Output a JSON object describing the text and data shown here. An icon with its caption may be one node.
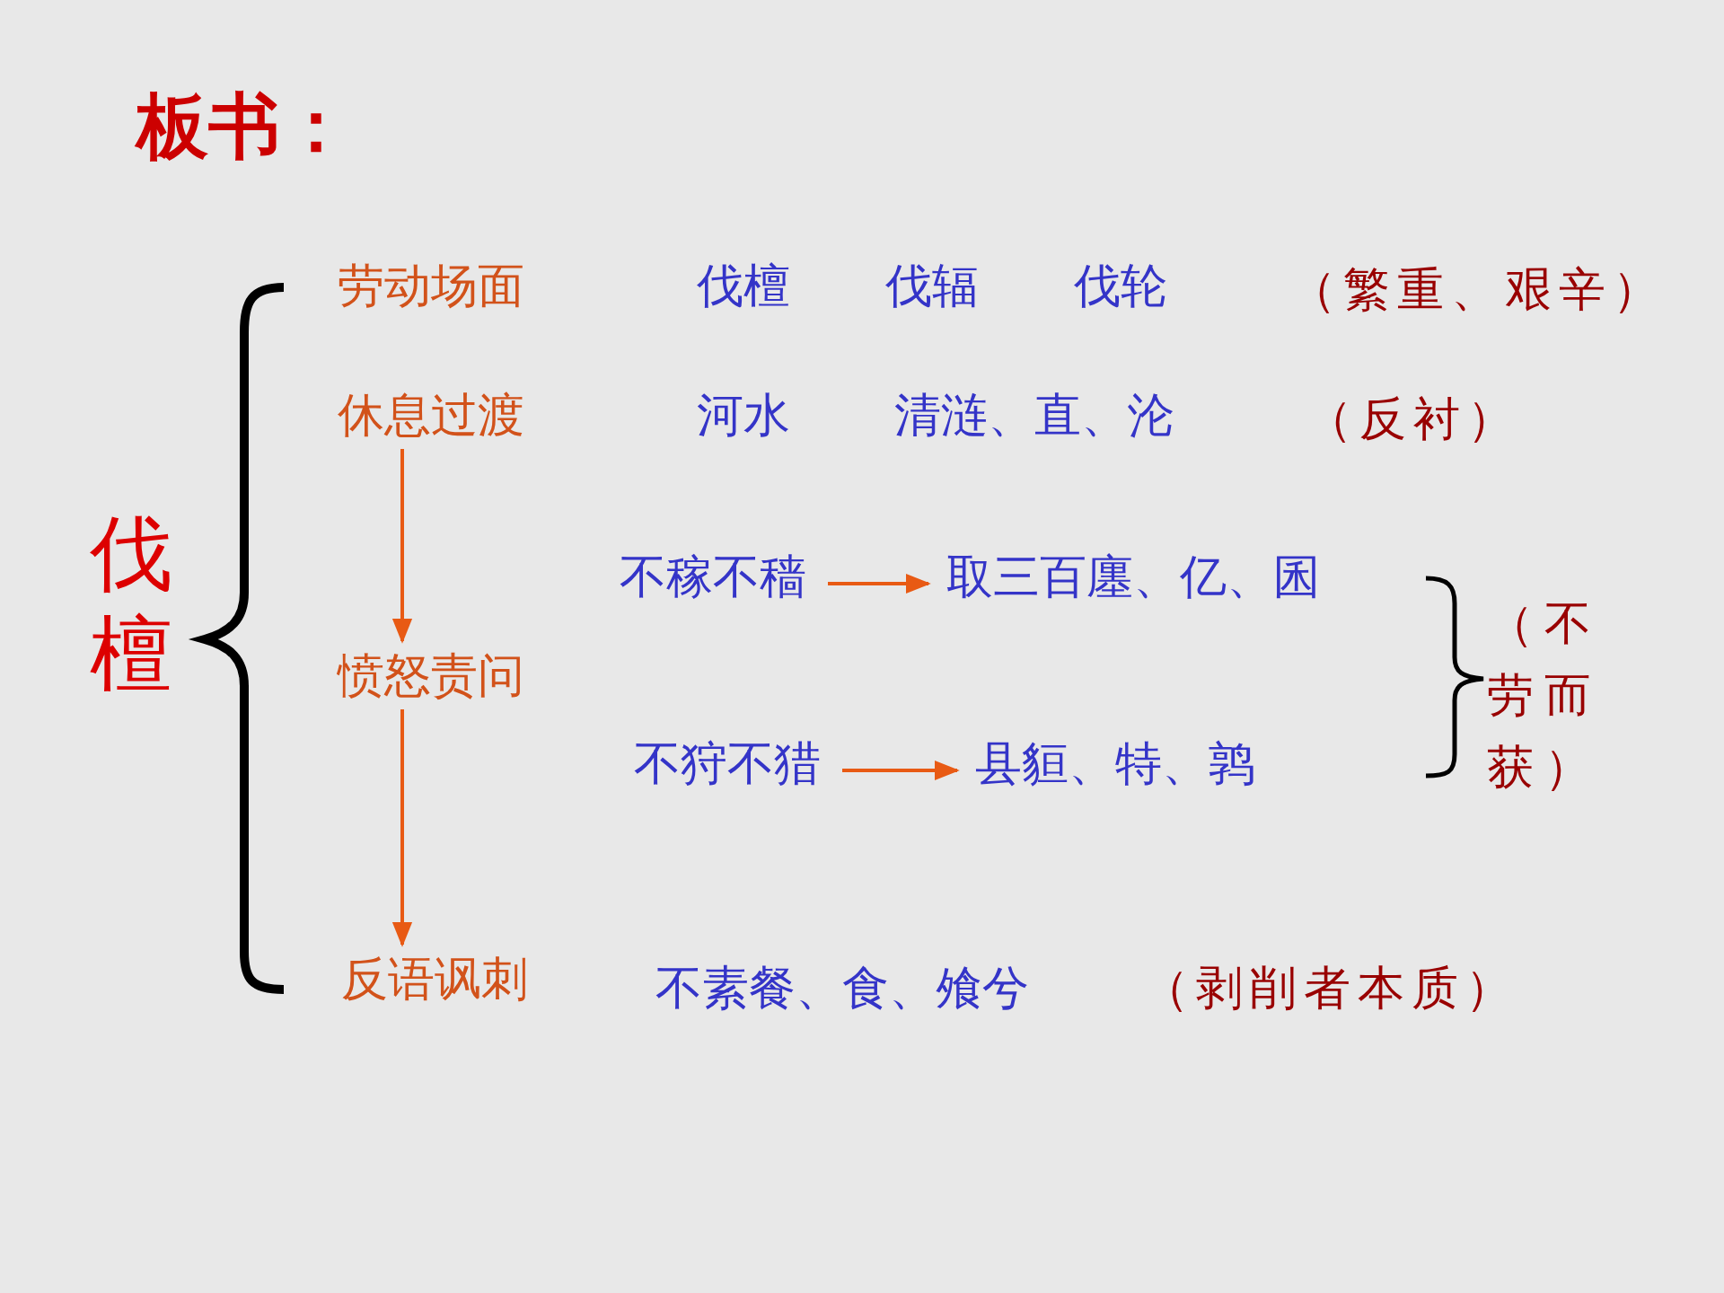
{
  "diagram": {
    "title": "板书：",
    "nodes": [
      {
        "text": [
          "劳动场面"
        ]
      },
      {
        "text": [
          "休息过渡"
        ]
      },
      {
        "text": [
          "不稼不穑"
        ]
      },
      {
        "text": [
          "取三百廛、亿、囷"
        ]
      },
      {
        "text": [
          "愤怒责问"
        ]
      },
      {
        "text": [
          "不狩不猎"
        ]
      },
      {
        "text": [
          "县貆、特、鹑"
        ]
      },
      {
        "text": [
          "反语讽刺"
        ]
      }
    ],
    "edges": [
      {
        "from": 1,
        "to": 4,
        "arrow": "to"
      },
      {
        "from": 4,
        "to": 7,
        "arrow": "to"
      },
      {
        "from": 2,
        "to": 3,
        "arrow": "to"
      },
      {
        "from": 5,
        "to": 6,
        "arrow": "to"
      }
    ],
    "labels": [
      "伐檀",
      "伐檀",
      "伐辐",
      "伐轮",
      "（繁重、艰辛）",
      "河水",
      "清涟、直、沦",
      "（反衬）",
      "（不劳而获）",
      "不素餐、食、飧兮",
      "（剥削者本质）"
    ]
  }
}
